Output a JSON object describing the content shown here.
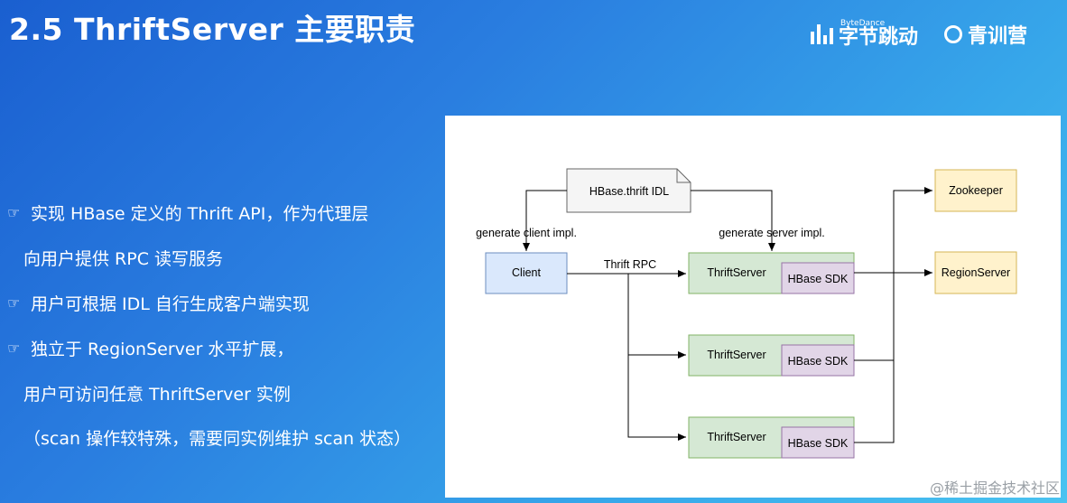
{
  "slide": {
    "title": "2.5 ThriftServer 主要职责"
  },
  "branding": {
    "bytedance_en": "ByteDance",
    "bytedance_cn": "字节跳动",
    "qingxunying": "青训营"
  },
  "bullets": [
    {
      "text": "实现 HBase 定义的 Thrift API，作为代理层",
      "icon": "pointing-hand-icon"
    },
    {
      "text": "向用户提供 RPC 读写服务",
      "icon": ""
    },
    {
      "text": "用户可根据 IDL 自行生成客户端实现",
      "icon": "pointing-hand-icon"
    },
    {
      "text": "独立于 RegionServer 水平扩展，",
      "icon": "pointing-hand-icon"
    },
    {
      "text": "用户可访问任意 ThriftServer 实例",
      "icon": ""
    },
    {
      "text": "（scan 操作较特殊，需要同实例维护 scan 状态）",
      "icon": ""
    }
  ],
  "diagram": {
    "idl_doc": "HBase.thrift IDL",
    "client_impl_label": "generate client impl.",
    "server_impl_label": "generate server impl.",
    "client": "Client",
    "rpc_label": "Thrift RPC",
    "thriftserver": "ThriftServer",
    "sdk": "HBase SDK",
    "zookeeper": "Zookeeper",
    "regionserver": "RegionServer"
  },
  "colors": {
    "client_fill": "#dae8fc",
    "client_stroke": "#6c8ebf",
    "ts_fill": "#d5e8d4",
    "ts_stroke": "#82b366",
    "sdk_fill": "#e1d5e7",
    "sdk_stroke": "#9673a6",
    "store_fill": "#fff2cc",
    "store_stroke": "#d6b656",
    "doc_fill": "#f5f5f5",
    "doc_stroke": "#666666"
  },
  "watermark": "@稀土掘金技术社区"
}
